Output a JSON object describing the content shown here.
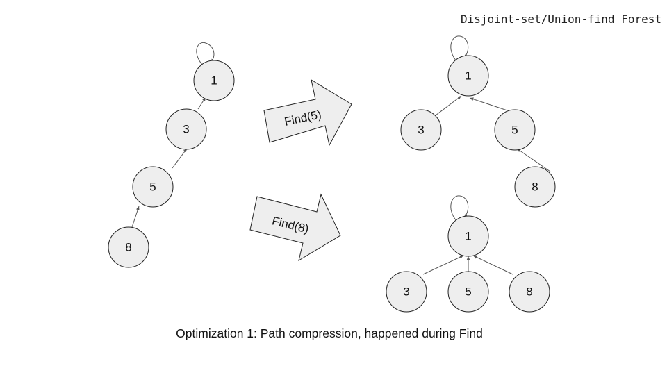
{
  "title": "Disjoint-set/Union-find Forest",
  "caption": "Optimization 1: Path compression, happened during Find",
  "operations": {
    "find_5": "Find(5)",
    "find_8": "Find(8)"
  },
  "trees": {
    "before": {
      "nodes": [
        "1",
        "3",
        "5",
        "8"
      ],
      "edges": [
        [
          "3",
          "1"
        ],
        [
          "5",
          "3"
        ],
        [
          "8",
          "5"
        ]
      ],
      "root": "1"
    },
    "after_find_5": {
      "nodes": [
        "1",
        "3",
        "5",
        "8"
      ],
      "edges": [
        [
          "3",
          "1"
        ],
        [
          "5",
          "1"
        ],
        [
          "8",
          "5"
        ]
      ],
      "root": "1"
    },
    "after_find_8": {
      "nodes": [
        "1",
        "3",
        "5",
        "8"
      ],
      "edges": [
        [
          "3",
          "1"
        ],
        [
          "5",
          "1"
        ],
        [
          "8",
          "1"
        ]
      ],
      "root": "1"
    }
  },
  "colors": {
    "node_fill": "#eeeeee",
    "node_stroke": "#222222",
    "edge": "#555555"
  }
}
